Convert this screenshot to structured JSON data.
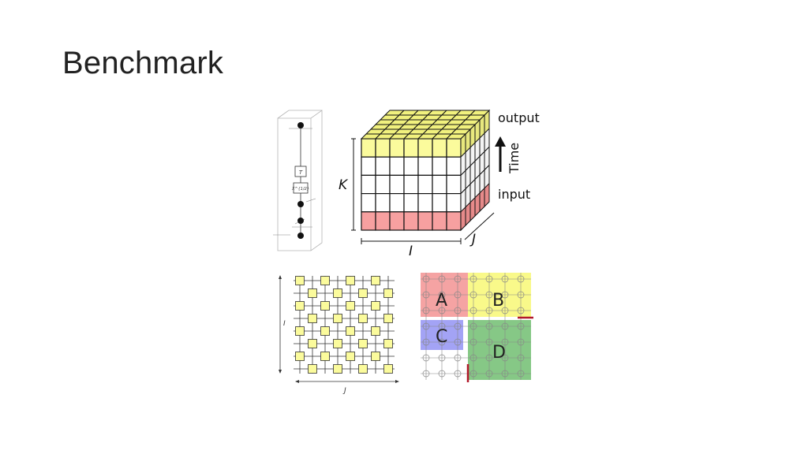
{
  "slide": {
    "title": "Benchmark"
  },
  "circuit": {
    "gate_top_label": "T",
    "gate_bottom_label": "X^{1/2}"
  },
  "cube": {
    "label_output": "output",
    "label_time": "Time",
    "label_input": "input",
    "label_k": "K",
    "label_i": "I",
    "label_j": "J",
    "colors": {
      "output_layer": "#fbfb9c",
      "input_layer": "#f7a0a0",
      "middle": "#ffffff"
    }
  },
  "grid": {
    "label_i": "I",
    "label_j": "J",
    "node_color": "#fbfb9c"
  },
  "partition": {
    "regions": [
      {
        "label": "A",
        "color": "#f5a3a3"
      },
      {
        "label": "B",
        "color": "#f9f98a"
      },
      {
        "label": "C",
        "color": "#a3a3f5"
      },
      {
        "label": "D",
        "color": "#86c886"
      }
    ],
    "cut_color": "#b2182b"
  }
}
